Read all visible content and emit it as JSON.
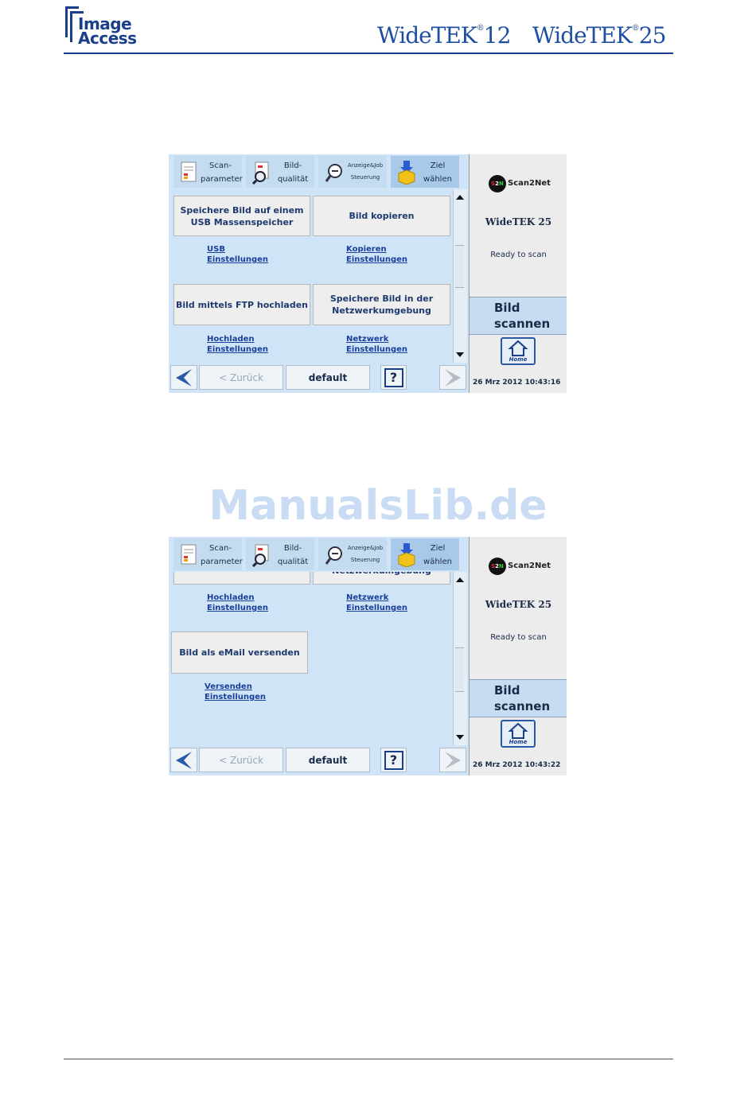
{
  "header": {
    "logo_line1": "Image",
    "logo_line2": "Access",
    "brand1": "WideTEK",
    "brand1_num": "12",
    "brand2": "WideTEK",
    "brand2_num": "25",
    "registered": "®"
  },
  "watermark": "ManualsLib.de",
  "tabs": [
    {
      "line1": "Scan-",
      "line2": "parameter"
    },
    {
      "line1": "Bild-",
      "line2": "qualität"
    },
    {
      "line1": "Anzeige&Job",
      "line2": "Steuerung"
    },
    {
      "line1": "Ziel",
      "line2": "wählen"
    }
  ],
  "screen1": {
    "buttons": [
      "Speichere Bild auf einem USB Massenspeicher",
      "Bild kopieren",
      "Bild mittels FTP hochladen",
      "Speichere Bild in der Netzwerkumgebung"
    ],
    "links": [
      {
        "line1": "USB",
        "line2": "Einstellungen"
      },
      {
        "line1": "Kopieren",
        "line2": "Einstellungen"
      },
      {
        "line1": "Hochladen",
        "line2": "Einstellungen"
      },
      {
        "line1": "Netzwerk",
        "line2": "Einstellungen"
      }
    ],
    "datetime": "26 Mrz 2012 10:43:16"
  },
  "screen2": {
    "cut_label": "Netzwerkumgebung",
    "buttons": [
      "Bild als eMail versenden"
    ],
    "links": [
      {
        "line1": "Hochladen",
        "line2": "Einstellungen"
      },
      {
        "line1": "Netzwerk",
        "line2": "Einstellungen"
      },
      {
        "line1": "Versenden",
        "line2": "Einstellungen"
      }
    ],
    "datetime": "26 Mrz 2012 10:43:22"
  },
  "bottombar": {
    "back": "< Zurück",
    "default": "default",
    "help": "?"
  },
  "right_panel": {
    "logo_badge": [
      "S",
      "2",
      "N"
    ],
    "logo_text": "Scan2Net",
    "model": "WideTEK 25",
    "status": "Ready to scan",
    "scan_line1": "Bild",
    "scan_line2": "scannen",
    "home_label": "Home"
  },
  "colors": {
    "panel": "#cfe5f7",
    "brand": "#1f4fa3",
    "link": "#1a3f9a"
  }
}
